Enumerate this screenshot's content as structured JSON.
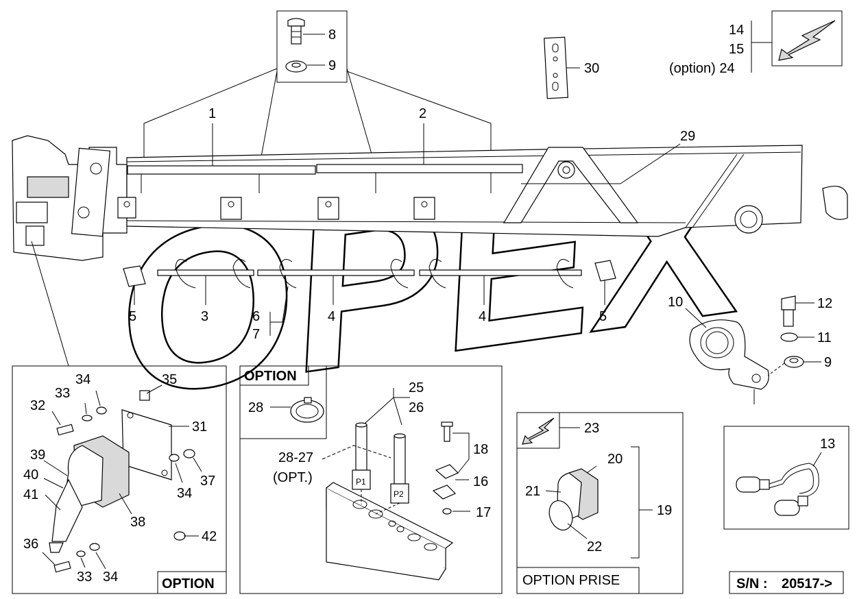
{
  "watermark": "OPEX",
  "serial": {
    "label": "S/N :",
    "value": "20517->"
  },
  "boxes": {
    "option_left": "OPTION",
    "option_mid": "OPTION",
    "option_prise": "OPTION PRISE"
  },
  "labels": {
    "n1": "1",
    "n2": "2",
    "n3": "3",
    "n4a": "4",
    "n4b": "4",
    "n5a": "5",
    "n5b": "5",
    "n6": "6",
    "n7": "7",
    "n8": "8",
    "n9a": "9",
    "n9b": "9",
    "n10": "10",
    "n11": "11",
    "n12": "12",
    "n13": "13",
    "n14": "14",
    "n15": "15",
    "n24": "(option) 24",
    "n16": "16",
    "n17": "17",
    "n18": "18",
    "n19": "19",
    "n20": "20",
    "n21": "21",
    "n22": "22",
    "n23": "23",
    "n25": "25",
    "n26": "26",
    "n28": "28",
    "n2827": "28-27",
    "nopt": "(OPT.)",
    "n29": "29",
    "n30": "30",
    "n31": "31",
    "n32": "32",
    "n33a": "33",
    "n33b": "33",
    "n34a": "34",
    "n34b": "34",
    "n34c": "34",
    "n35": "35",
    "n36": "36",
    "n37": "37",
    "n38": "38",
    "n39": "39",
    "n40": "40",
    "n41": "41",
    "n42": "42",
    "p1": "P1",
    "p2": "P2"
  },
  "icons": [
    "lightning-icon",
    "bolt-icon",
    "washer-icon",
    "clip-icon",
    "clamp-icon",
    "sensor-icon",
    "socket-icon",
    "plug-icon",
    "label-plate-icon"
  ]
}
